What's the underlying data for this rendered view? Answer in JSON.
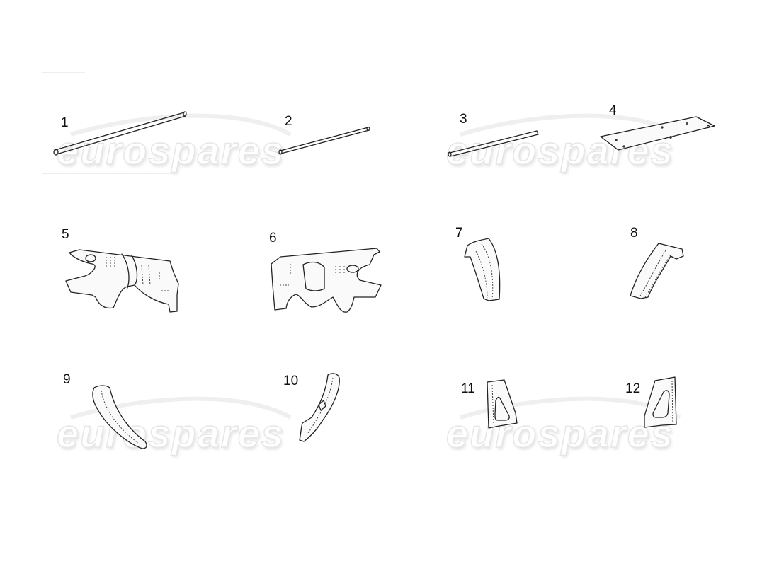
{
  "diagram": {
    "title": "",
    "watermark": "eurospares",
    "parts": [
      {
        "id": "1",
        "label": "1",
        "shape": "long-rod"
      },
      {
        "id": "2",
        "label": "2",
        "shape": "short-rod"
      },
      {
        "id": "3",
        "label": "3",
        "shape": "flat-bar"
      },
      {
        "id": "4",
        "label": "4",
        "shape": "flat-plate"
      },
      {
        "id": "5",
        "label": "5",
        "shape": "inner-wheelarch-panel-left"
      },
      {
        "id": "6",
        "label": "6",
        "shape": "inner-wheelarch-panel-right"
      },
      {
        "id": "7",
        "label": "7",
        "shape": "curved-pillar-left"
      },
      {
        "id": "8",
        "label": "8",
        "shape": "curved-pillar-right"
      },
      {
        "id": "9",
        "label": "9",
        "shape": "curved-reinforcement-left"
      },
      {
        "id": "10",
        "label": "10",
        "shape": "curved-reinforcement-right"
      },
      {
        "id": "11",
        "label": "11",
        "shape": "triangular-bracket-left"
      },
      {
        "id": "12",
        "label": "12",
        "shape": "triangular-bracket-right"
      }
    ]
  }
}
